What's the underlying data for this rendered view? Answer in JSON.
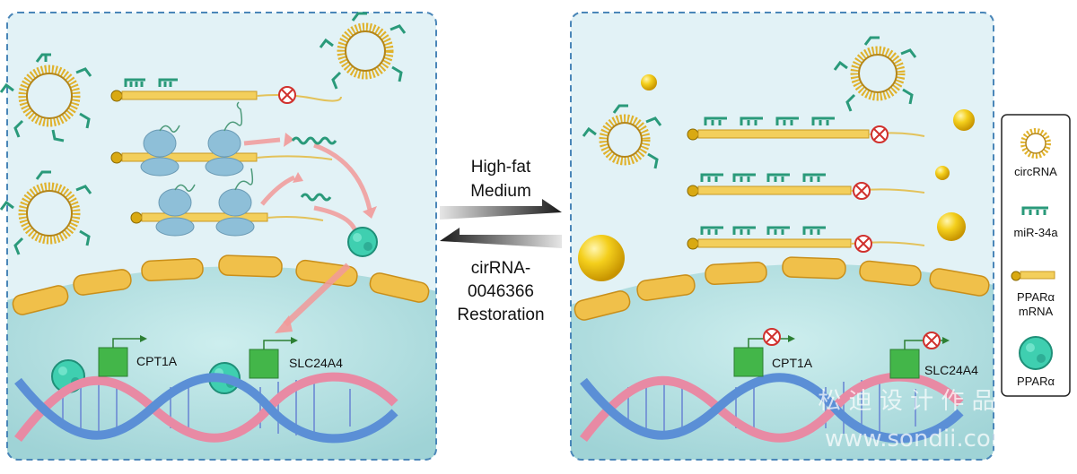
{
  "center": {
    "forward_label_1": "High-fat",
    "forward_label_2": "Medium",
    "reverse_label_1": "cirRNA-",
    "reverse_label_2": "0046366",
    "reverse_label_3": "Restoration"
  },
  "left_panel": {
    "gene_1": "CPT1A",
    "gene_2": "SLC24A4"
  },
  "right_panel": {
    "gene_1": "CPT1A",
    "gene_2": "SLC24A4"
  },
  "legend": {
    "items": [
      {
        "label": "circRNA",
        "icon": "circrna-icon"
      },
      {
        "label": "miR-34a",
        "icon": "mirna-icon"
      },
      {
        "label_line1": "PPARα",
        "label_line2": "mRNA",
        "icon": "mrna-icon"
      },
      {
        "label": "PPARα",
        "icon": "protein-icon"
      }
    ]
  },
  "watermark": {
    "line1": "松 迪 设 计 作 品",
    "line2": "www.sondii.com"
  },
  "colors": {
    "panel_bg": "#e2f2f6",
    "panel_border": "#4a86b8",
    "nucleus": "#b4e1e2",
    "membrane_cell": "#f0c04a",
    "gene_box": "#43b649",
    "mirna": "#2a9a7a",
    "protein": "#3fcfb0",
    "ribosome": "#8ebfd8",
    "dna_blue": "#5b8fd6",
    "dna_pink": "#e88aa4",
    "lipid": "#f1c300"
  }
}
